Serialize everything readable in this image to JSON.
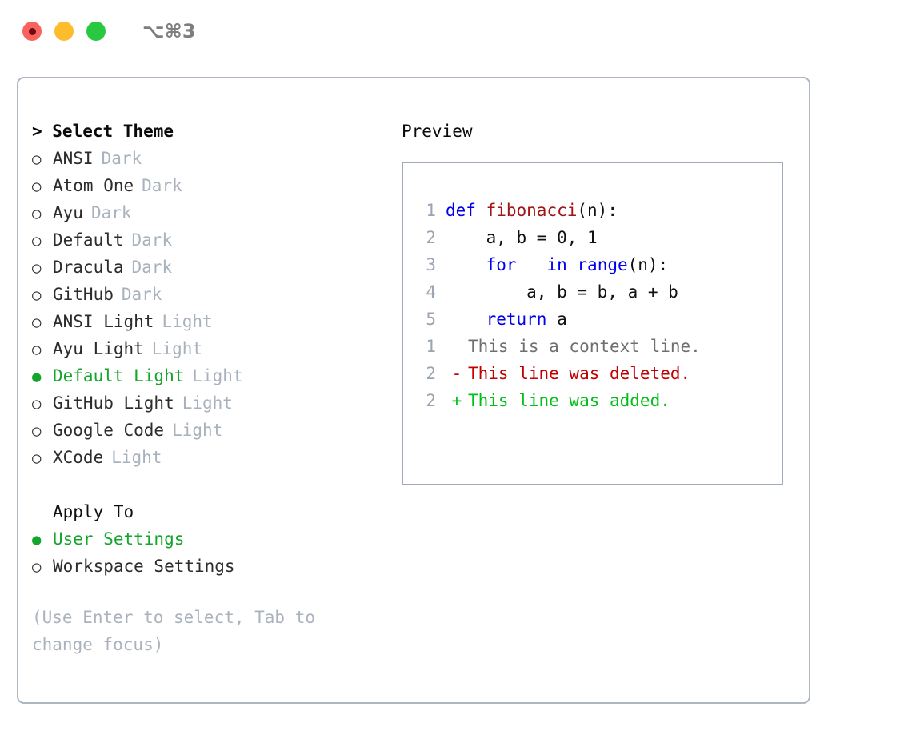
{
  "titlebar": {
    "shortcut": "⌥⌘3",
    "lights": [
      "close-red",
      "minimize-amber",
      "zoom-green"
    ]
  },
  "theme_picker": {
    "header": "> Select Theme",
    "items": [
      {
        "bullet": "○",
        "label": "ANSI",
        "variant": "Dark",
        "selected": false
      },
      {
        "bullet": "○",
        "label": "Atom One",
        "variant": "Dark",
        "selected": false
      },
      {
        "bullet": "○",
        "label": "Ayu",
        "variant": "Dark",
        "selected": false
      },
      {
        "bullet": "○",
        "label": "Default",
        "variant": "Dark",
        "selected": false
      },
      {
        "bullet": "○",
        "label": "Dracula",
        "variant": "Dark",
        "selected": false
      },
      {
        "bullet": "○",
        "label": "GitHub",
        "variant": "Dark",
        "selected": false
      },
      {
        "bullet": "○",
        "label": "ANSI Light",
        "variant": "Light",
        "selected": false
      },
      {
        "bullet": "○",
        "label": "Ayu Light",
        "variant": "Light",
        "selected": false
      },
      {
        "bullet": "●",
        "label": "Default Light",
        "variant": "Light",
        "selected": true
      },
      {
        "bullet": "○",
        "label": "GitHub Light",
        "variant": "Light",
        "selected": false
      },
      {
        "bullet": "○",
        "label": "Google Code",
        "variant": "Light",
        "selected": false
      },
      {
        "bullet": "○",
        "label": "XCode",
        "variant": "Light",
        "selected": false
      }
    ]
  },
  "apply_to": {
    "header": "Apply To",
    "options": [
      {
        "bullet": "●",
        "label": "User Settings",
        "selected": true
      },
      {
        "bullet": "○",
        "label": "Workspace Settings",
        "selected": false
      }
    ]
  },
  "hint": "(Use Enter to select, Tab to change focus)",
  "preview": {
    "title": "Preview",
    "code": [
      {
        "lineno": "1",
        "tokens": [
          {
            "t": "def",
            "c": "kw"
          },
          {
            "t": " ",
            "c": "pl"
          },
          {
            "t": "fibonacci",
            "c": "fn"
          },
          {
            "t": "(n):",
            "c": "pl"
          }
        ]
      },
      {
        "lineno": "2",
        "tokens": [
          {
            "t": "    a, b = 0, 1",
            "c": "pl"
          }
        ]
      },
      {
        "lineno": "3",
        "tokens": [
          {
            "t": "    ",
            "c": "pl"
          },
          {
            "t": "for",
            "c": "kw"
          },
          {
            "t": " _ ",
            "c": "pl"
          },
          {
            "t": "in",
            "c": "kw"
          },
          {
            "t": " ",
            "c": "pl"
          },
          {
            "t": "range",
            "c": "kw"
          },
          {
            "t": "(n):",
            "c": "pl"
          }
        ]
      },
      {
        "lineno": "4",
        "tokens": [
          {
            "t": "        a, b = b, a + b",
            "c": "pl"
          }
        ]
      },
      {
        "lineno": "5",
        "tokens": [
          {
            "t": "    ",
            "c": "pl"
          },
          {
            "t": "return",
            "c": "kw"
          },
          {
            "t": " a",
            "c": "pl"
          }
        ]
      }
    ],
    "diff": [
      {
        "lineno": "1",
        "sign": " ",
        "text": "This is a context line.",
        "kind": "ctx"
      },
      {
        "lineno": "2",
        "sign": "-",
        "text": "This line was deleted.",
        "kind": "del"
      },
      {
        "lineno": "2",
        "sign": "+",
        "text": "This line was added.",
        "kind": "add"
      }
    ]
  },
  "colors": {
    "selected_green": "#14a52c",
    "variant_gray": "#a8b2bd",
    "hint_gray": "#aab3bd",
    "keyword_blue": "#0000ee",
    "function_red": "#a01515",
    "diff_delete_red": "#c20000",
    "diff_add_green": "#00bf16",
    "panel_border": "#adb7c2",
    "light_red": "#f9625e",
    "light_amber": "#fdbc2e",
    "light_green": "#28c840"
  }
}
